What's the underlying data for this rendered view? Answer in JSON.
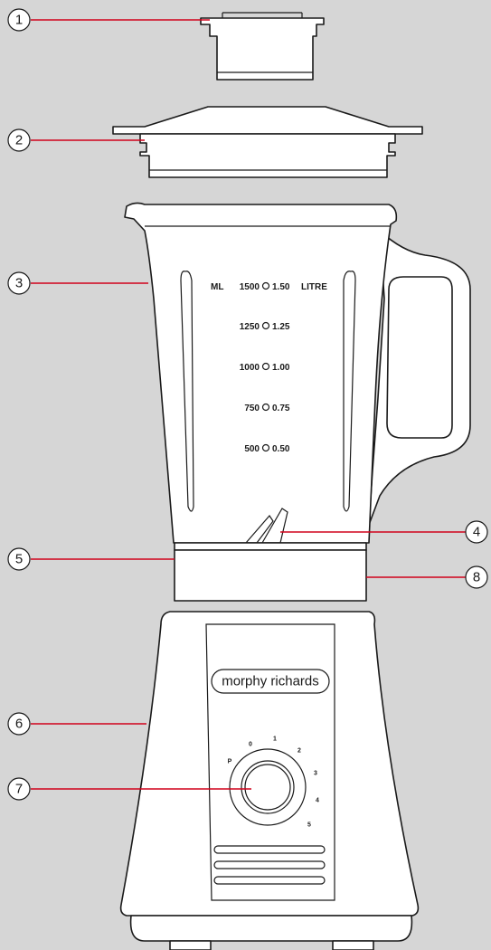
{
  "brand": "morphy richards",
  "callouts": [
    {
      "number": "1"
    },
    {
      "number": "2"
    },
    {
      "number": "3"
    },
    {
      "number": "4"
    },
    {
      "number": "5"
    },
    {
      "number": "6"
    },
    {
      "number": "7"
    },
    {
      "number": "8"
    }
  ],
  "scale": {
    "unit_left": "ML",
    "unit_right": "LITRE",
    "marks": [
      {
        "ml": "1500",
        "litre": "1.50"
      },
      {
        "ml": "1250",
        "litre": "1.25"
      },
      {
        "ml": "1000",
        "litre": "1.00"
      },
      {
        "ml": "750",
        "litre": "0.75"
      },
      {
        "ml": "500",
        "litre": "0.50"
      }
    ]
  },
  "dial": {
    "labels": [
      "P",
      "0",
      "1",
      "2",
      "3",
      "4",
      "5"
    ]
  },
  "colors": {
    "background": "#d6d6d6",
    "leader_line": "#d0021b",
    "outline": "#1a1a1a",
    "fill": "#ffffff"
  }
}
